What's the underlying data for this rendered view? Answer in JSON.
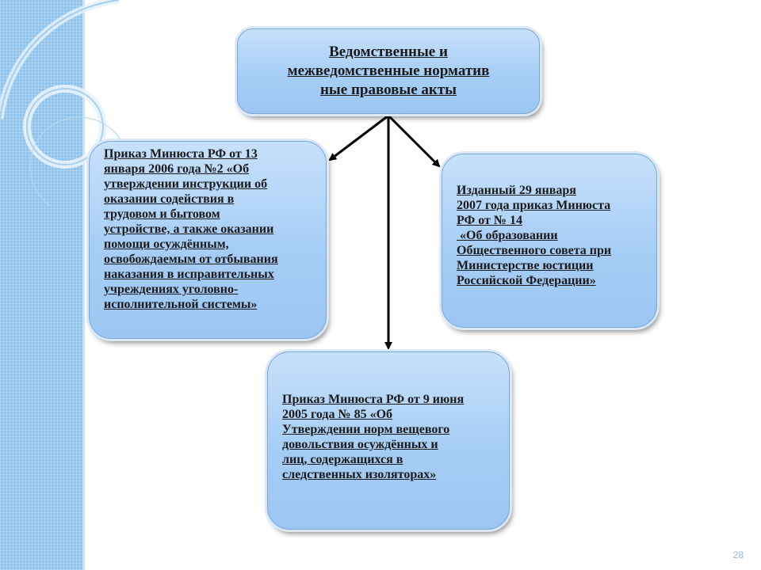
{
  "colors": {
    "strip": "#8fc3ec",
    "box_fill": "#a6cdf5",
    "box_border": "#7aa6d8",
    "arrow": "#000000",
    "page_number": "#8fb8dd"
  },
  "diagram": {
    "root": {
      "lines": [
        "Ведомственные и",
        "межведомственные норматив",
        "ные правовые акты"
      ]
    },
    "left": {
      "lines": [
        "Приказ Минюста РФ от 13",
        "января 2006 года №2 «Об",
        "утверждении инструкции об",
        "оказании содействия в",
        "трудовом и бытовом",
        "устройстве, а также оказании",
        "помощи осуждённым,",
        "освобождаемым от отбывания",
        "наказания в исправительных",
        "учреждениях уголовно-",
        "исполнительной системы»"
      ]
    },
    "right": {
      "lines": [
        "Изданный 29 января",
        "2007 года приказ Минюста",
        "РФ от № 14",
        " «Об образовании",
        "Общественного совета при",
        "Министерстве юстиции",
        "Российской Федерации»"
      ]
    },
    "bottom": {
      "lines": [
        "Приказ Минюста РФ от 9 июня",
        "2005 года № 85 «Об",
        "Утверждении норм вещевого",
        "довольствия осуждённых и",
        "лиц, содержащихся в",
        "следственных изоляторах»"
      ]
    }
  },
  "page_number": "28"
}
